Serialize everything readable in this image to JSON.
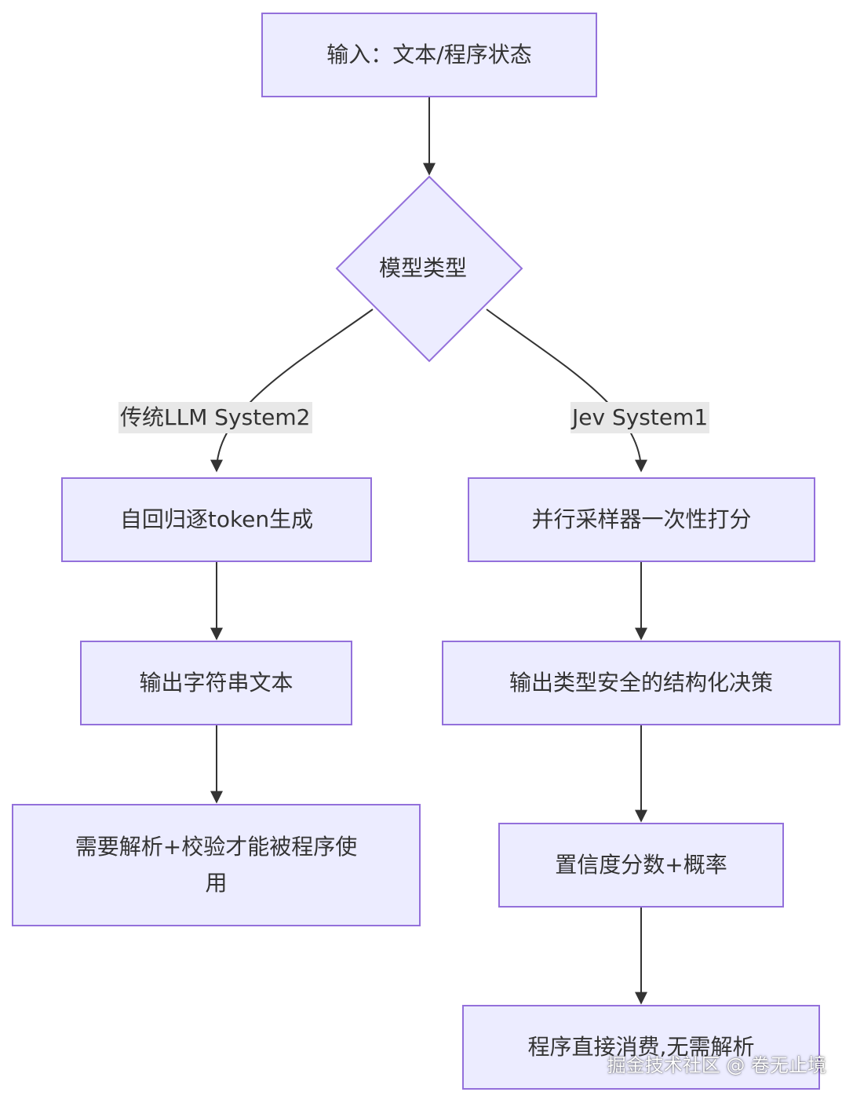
{
  "nodes": {
    "input": "输入：文本/程序状态",
    "decision": "模型类型",
    "left_1": "自回归逐token生成",
    "left_2": "输出字符串文本",
    "left_3": "需要解析+校验才能被程序使用",
    "right_1": "并行采样器一次性打分",
    "right_2": "输出类型安全的结构化决策",
    "right_3": "置信度分数+概率",
    "right_4": "程序直接消费,无需解析"
  },
  "edges": {
    "left_label": "传统LLM System2",
    "right_label": "Jev System1"
  },
  "watermark": "掘金技术社区 @ 卷无止境",
  "colors": {
    "node_fill": "#ECECFF",
    "node_stroke": "#9370DB",
    "edge": "#333333",
    "edge_label_bg": "#e8e8e8"
  }
}
